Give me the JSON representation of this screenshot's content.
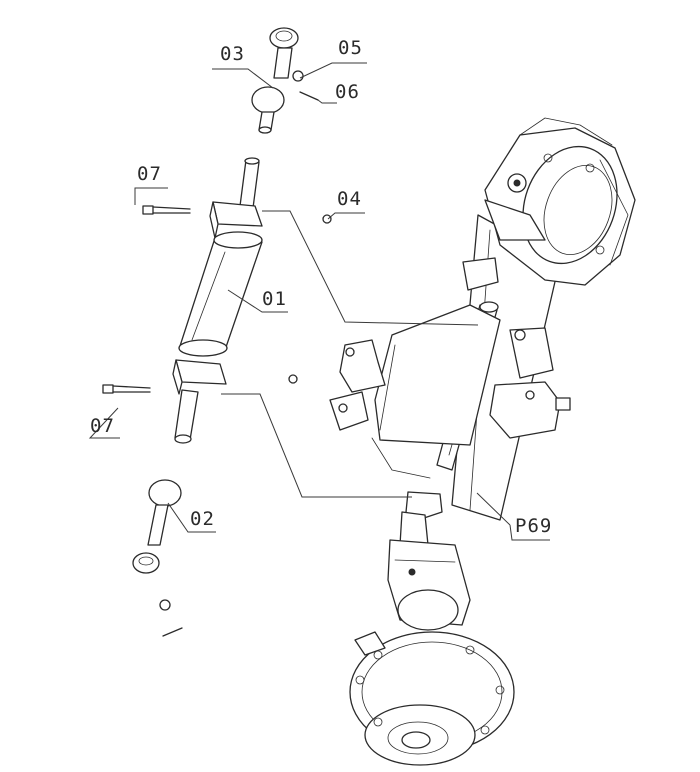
{
  "callouts": {
    "c01": "01",
    "c02": "02",
    "c03": "03",
    "c04": "04",
    "c05": "05",
    "c06": "06",
    "c07_top": "07",
    "c07_bottom": "07",
    "p69": "P69"
  },
  "colors": {
    "line": "#2b2b2b",
    "background": "#ffffff"
  }
}
